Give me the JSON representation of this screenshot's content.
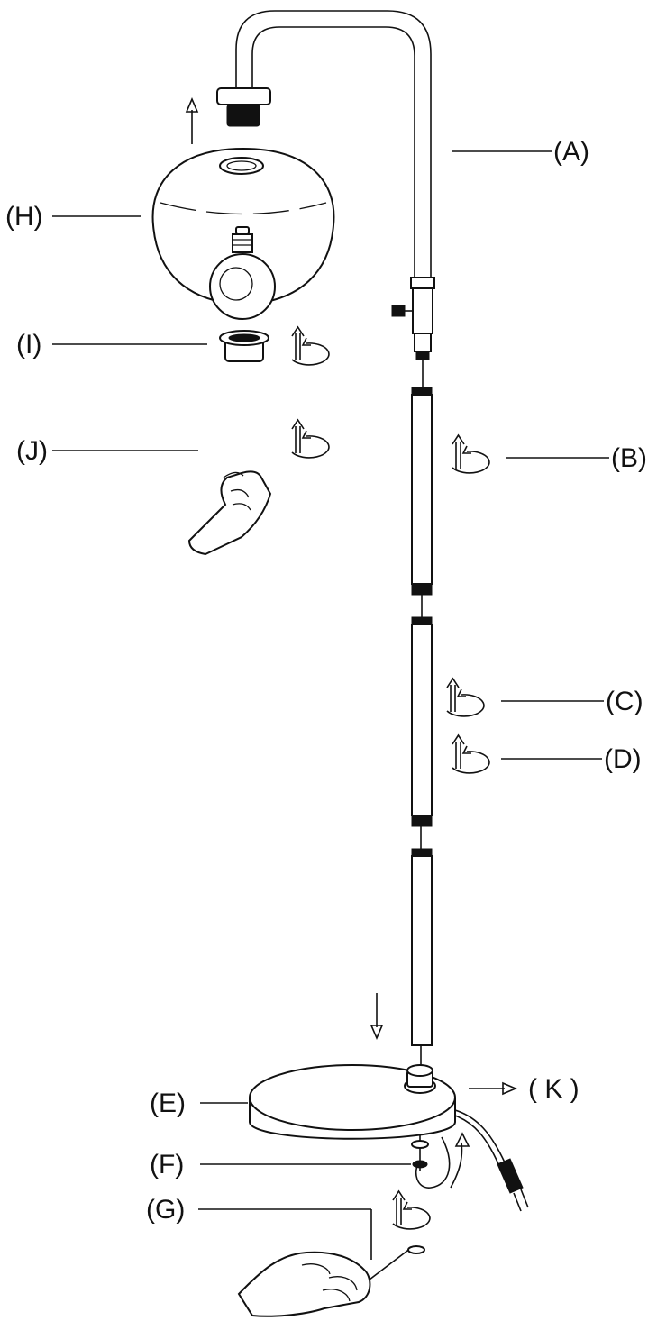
{
  "labels": {
    "A": "(A)",
    "B": "(B)",
    "C": "(C)",
    "D": "(D)",
    "E": "(E)",
    "F": "(F)",
    "G": "(G)",
    "H": "(H)",
    "I": "(I)",
    "J": "(J)",
    "K": "( K )"
  },
  "colors": {
    "line": "#111111",
    "background": "#ffffff"
  },
  "icons": [
    "up-arrow-icon",
    "down-arrow-icon",
    "right-arrow-icon",
    "rotate-screw-icon",
    "hand-icon",
    "bulb-icon",
    "plug-icon"
  ]
}
